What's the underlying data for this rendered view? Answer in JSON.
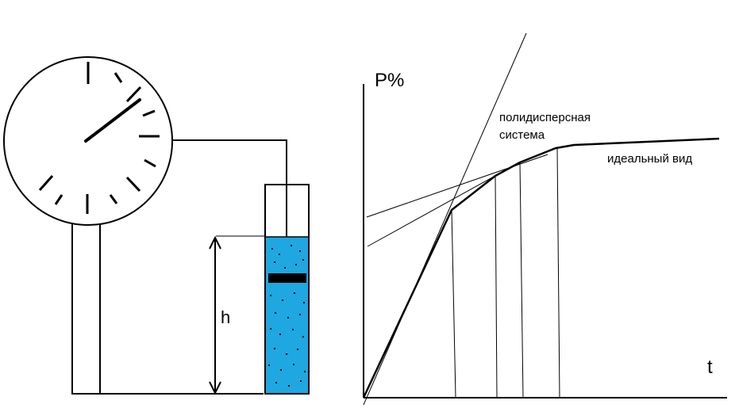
{
  "labels": {
    "h": "h",
    "y_axis": "P%",
    "x_axis": "t",
    "polydisperse_line1": "полидисперсная",
    "polydisperse_line2": "система",
    "ideal": "идеальный вид"
  },
  "colors": {
    "ink": "#000000",
    "liquid": "#1ea7e1",
    "background": "#ffffff"
  }
}
